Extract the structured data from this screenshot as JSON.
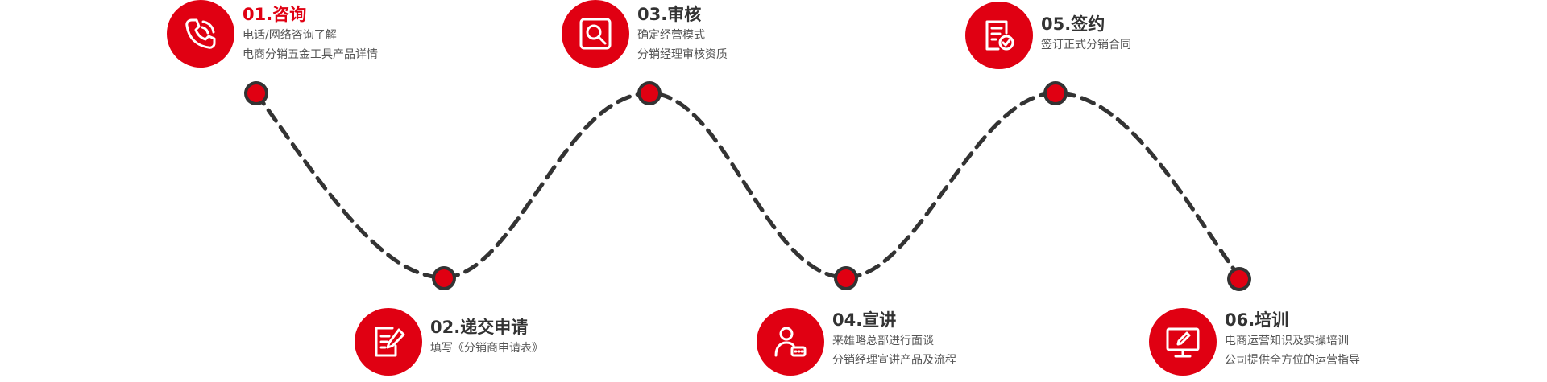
{
  "colors": {
    "accent": "#e00012",
    "path": "#333333",
    "node_fill": "#e00012"
  },
  "steps": [
    {
      "title": "01.咨询",
      "lines": [
        "电话/网络咨询了解",
        "电商分销五金工具产品详情"
      ],
      "icon": "phone-icon",
      "active": true
    },
    {
      "title": "02.递交申请",
      "lines": [
        "填写《分销商申请表》"
      ],
      "icon": "form-pen-icon"
    },
    {
      "title": "03.审核",
      "lines": [
        "确定经营模式",
        "分销经理审核资质"
      ],
      "icon": "magnifier-icon"
    },
    {
      "title": "04.宣讲",
      "lines": [
        "来雄略总部进行面谈",
        "分销经理宣讲产品及流程"
      ],
      "icon": "presenter-icon"
    },
    {
      "title": "05.签约",
      "lines": [
        "签订正式分销合同"
      ],
      "icon": "contract-check-icon"
    },
    {
      "title": "06.培训",
      "lines": [
        "电商运营知识及实操培训",
        "公司提供全方位的运营指导"
      ],
      "icon": "monitor-pen-icon"
    }
  ]
}
